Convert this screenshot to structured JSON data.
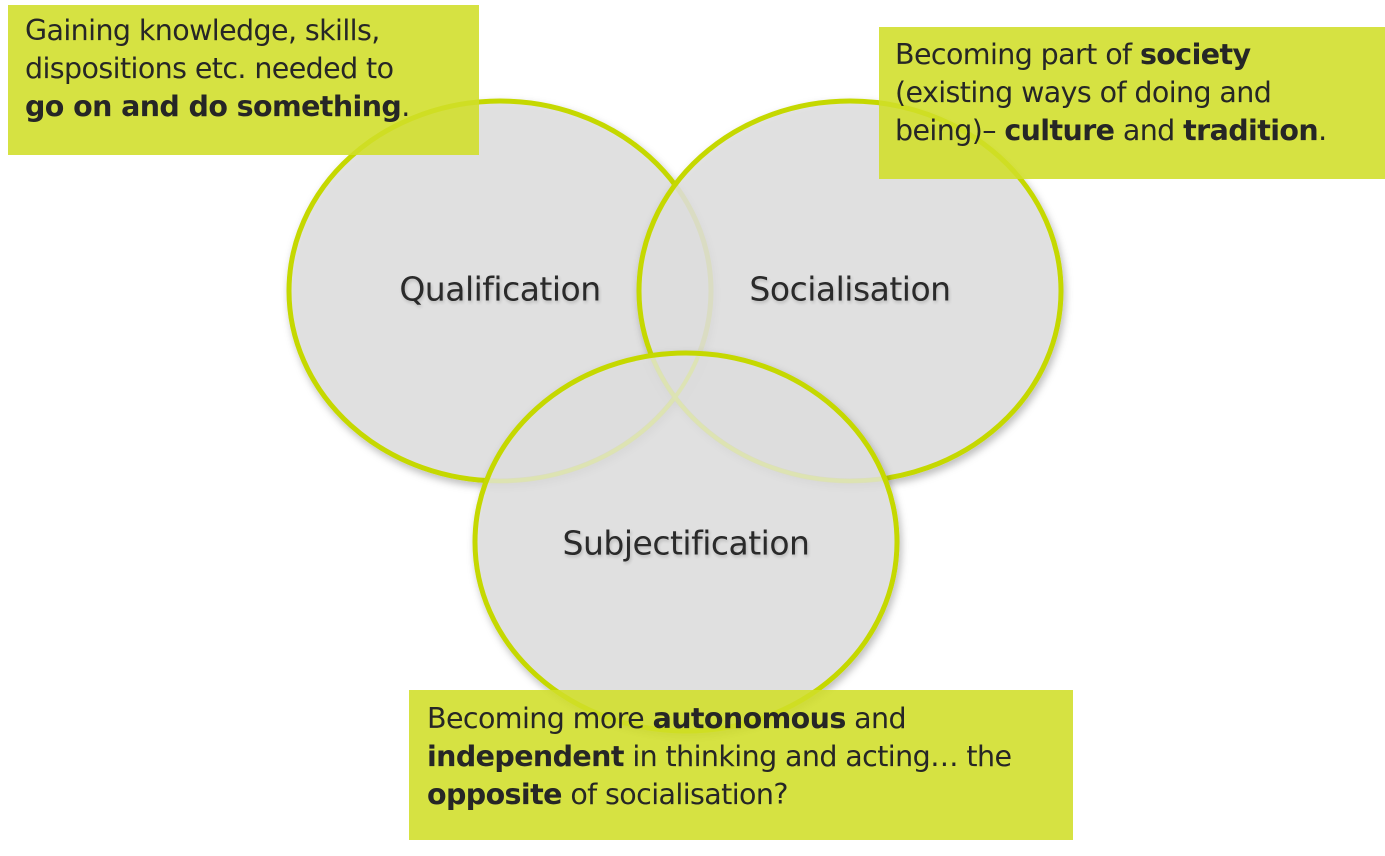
{
  "colors": {
    "circle_stroke": "#c5d800",
    "circle_fill": "#e1e1e1",
    "box_fill": "#d4df3d",
    "text": "#262626"
  },
  "circles": [
    {
      "id": "qualification",
      "label": "Qualification"
    },
    {
      "id": "socialisation",
      "label": "Socialisation"
    },
    {
      "id": "subjectification",
      "label": "Subjectification"
    }
  ],
  "boxes": {
    "qualification": {
      "line1": "Gaining knowledge, skills,",
      "line2": "dispositions etc. needed to",
      "line3_bold": "go on and do something",
      "line3_tail": "."
    },
    "socialisation": {
      "line1_pre": "Becoming part of ",
      "line1_bold": "society",
      "line2": "(existing ways of doing and",
      "line3_pre": "being)– ",
      "line3_bold1": "culture",
      "line3_mid": " and ",
      "line3_bold2": "tradition",
      "line3_tail": "."
    },
    "subjectification": {
      "line1_pre": "Becoming more ",
      "line1_bold": "autonomous",
      "line1_tail": " and",
      "line2_bold": "independent",
      "line2_tail": " in thinking and acting… the",
      "line3_bold": "opposite",
      "line3_tail": " of socialisation?"
    }
  }
}
